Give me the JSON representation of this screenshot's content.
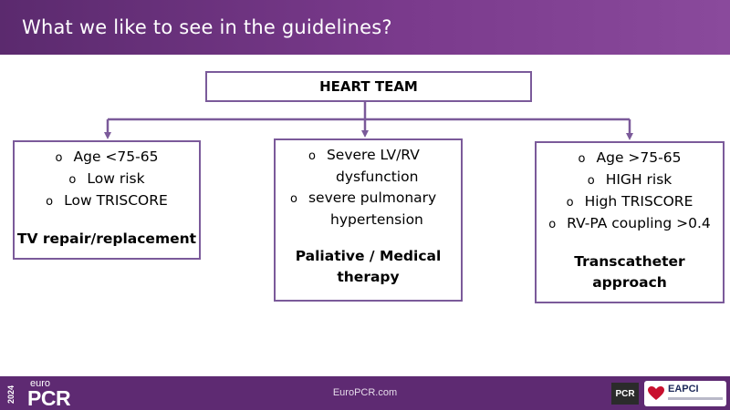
{
  "header": {
    "title": "What we like to see in the guidelines?"
  },
  "diagram": {
    "top": {
      "label": "HEART TEAM"
    },
    "left": {
      "bullets": [
        "Age <75-65",
        "Low risk",
        "Low TRISCORE"
      ],
      "conclusion": "TV repair/replacement"
    },
    "middle": {
      "bullet1_line1": "Severe LV/RV",
      "bullet1_line2": "dysfunction",
      "bullet2_line1": "severe pulmonary",
      "bullet2_line2": "hypertension",
      "conclusion_line1": "Paliative / Medical",
      "conclusion_line2": "therapy"
    },
    "right": {
      "bullets": [
        "Age >75-65",
        "HIGH risk",
        "High TRISCORE",
        "RV-PA coupling >0.4"
      ],
      "conclusion_line1": "Transcatheter",
      "conclusion_line2": "approach"
    },
    "bullet_mark": "o",
    "line_color": "#7b5a9a"
  },
  "footer": {
    "year": "2024",
    "logo_euro": "euro",
    "logo_pcr": "PCR",
    "url": "EuroPCR.com",
    "badge_pcr": "PCR",
    "badge_eapci": "EAPCI"
  }
}
